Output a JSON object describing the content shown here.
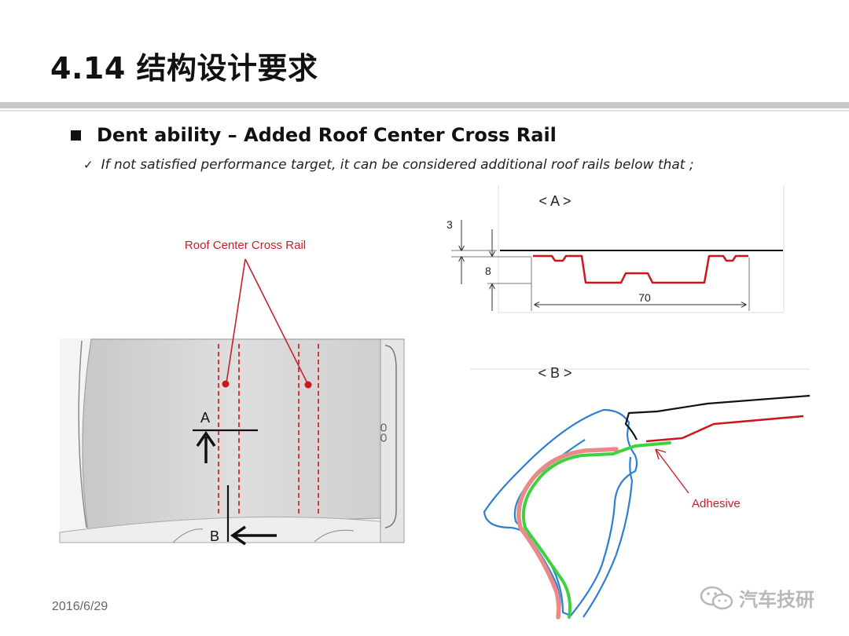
{
  "slide": {
    "title": "4.14 结构设计要求",
    "bullet": "Dent ability – Added Roof Center Cross Rail",
    "sub_bullet": "If not satisfied performance target, it can be considered additional roof rails below that ;",
    "date": "2016/6/29"
  },
  "roof_view": {
    "callout": "Roof Center Cross Rail",
    "section_a_label": "A",
    "section_b_label": "B"
  },
  "section_a": {
    "title": "< A >",
    "dim_3": "3",
    "dim_8": "8",
    "dim_70": "70"
  },
  "section_b": {
    "title": "< B >",
    "adhesive_label": "Adhesive"
  },
  "watermark": {
    "text": "汽车技研",
    "icon": "wechat-icon"
  },
  "colors": {
    "rail_red": "#d0141c",
    "callout_red": "#c8202a",
    "outline_blue": "#2f7fd0",
    "inner_green": "#3cd23c",
    "pink": "#e88a8a",
    "title_bar_gray": "#c9c9c9"
  }
}
